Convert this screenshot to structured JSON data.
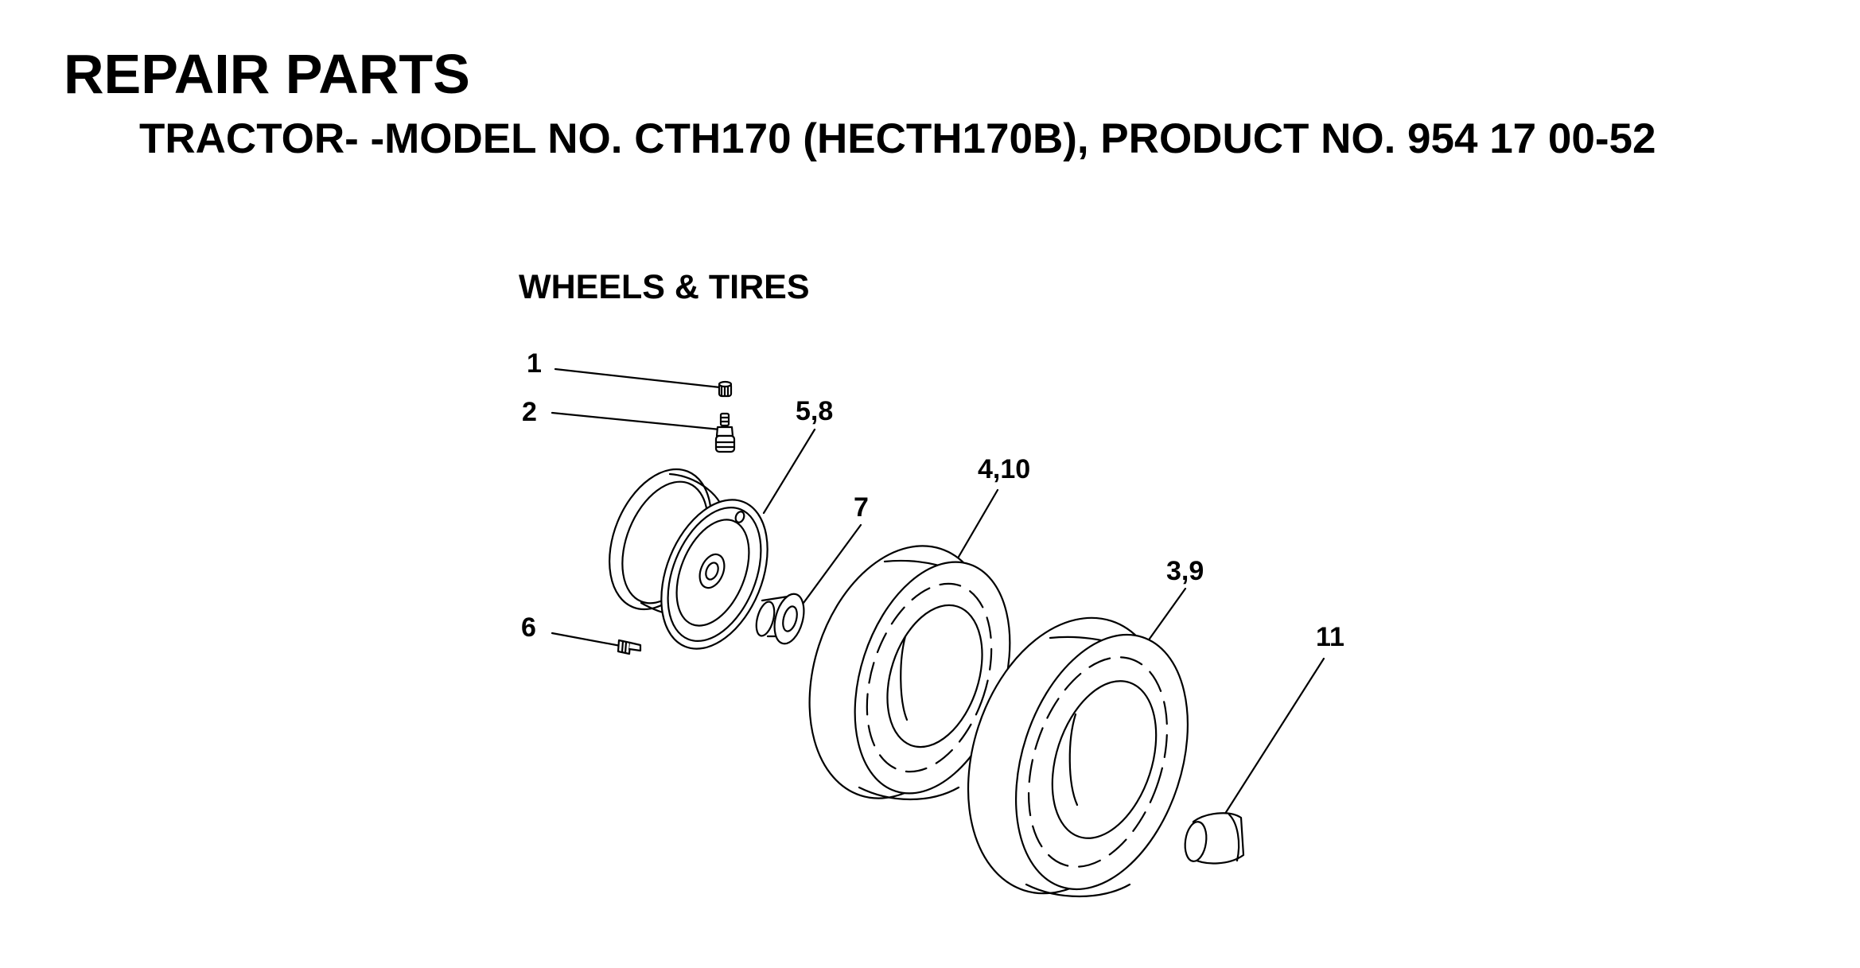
{
  "header": {
    "title": "REPAIR PARTS",
    "subtitle": "TRACTOR- -MODEL NO. CTH170 (HECTH170B), PRODUCT NO. 954 17 00-52"
  },
  "section": {
    "title": "WHEELS & TIRES"
  },
  "callouts": {
    "c1": "1",
    "c2": "2",
    "c58": "5,8",
    "c7": "7",
    "c410": "4,10",
    "c39": "3,9",
    "c6": "6",
    "c11": "11"
  }
}
